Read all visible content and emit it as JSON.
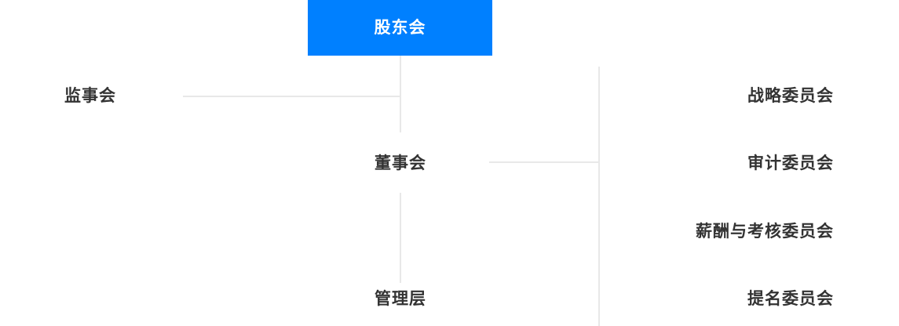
{
  "chart_data": {
    "type": "diagram",
    "diagram_type": "organizational-chart",
    "title": "",
    "colors": {
      "root_fill": "#0080ff",
      "root_text": "#ffffff",
      "node_text": "#333333",
      "connector": "#e8e8e8",
      "background": "#ffffff"
    },
    "nodes": [
      {
        "id": "shareholders",
        "label": "股东会",
        "level": 0,
        "column": "center",
        "highlighted": true
      },
      {
        "id": "supervisors",
        "label": "监事会",
        "level": 1,
        "column": "left",
        "highlighted": false
      },
      {
        "id": "board",
        "label": "董事会",
        "level": 1,
        "column": "center",
        "highlighted": false
      },
      {
        "id": "management",
        "label": "管理层",
        "level": 2,
        "column": "center",
        "highlighted": false
      },
      {
        "id": "strategy",
        "label": "战略委员会",
        "level": 2,
        "column": "right",
        "highlighted": false
      },
      {
        "id": "audit",
        "label": "审计委员会",
        "level": 2,
        "column": "right",
        "highlighted": false
      },
      {
        "id": "compensation",
        "label": "薪酬与考核委员会",
        "level": 2,
        "column": "right",
        "highlighted": false
      },
      {
        "id": "nomination",
        "label": "提名委员会",
        "level": 2,
        "column": "right",
        "highlighted": false
      }
    ],
    "edges": [
      {
        "from": "shareholders",
        "to": "supervisors"
      },
      {
        "from": "shareholders",
        "to": "board"
      },
      {
        "from": "board",
        "to": "management"
      },
      {
        "from": "board",
        "to": "strategy"
      },
      {
        "from": "board",
        "to": "audit"
      },
      {
        "from": "board",
        "to": "compensation"
      },
      {
        "from": "board",
        "to": "nomination"
      }
    ]
  },
  "chart": {
    "root": {
      "label": "股东会"
    },
    "center_column": {
      "board": "董事会",
      "management": "管理层"
    },
    "left_column": {
      "supervisors": "监事会"
    },
    "right_column": {
      "strategy": "战略委员会",
      "audit": "审计委员会",
      "compensation": "薪酬与考核委员会",
      "nomination": "提名委员会"
    }
  }
}
